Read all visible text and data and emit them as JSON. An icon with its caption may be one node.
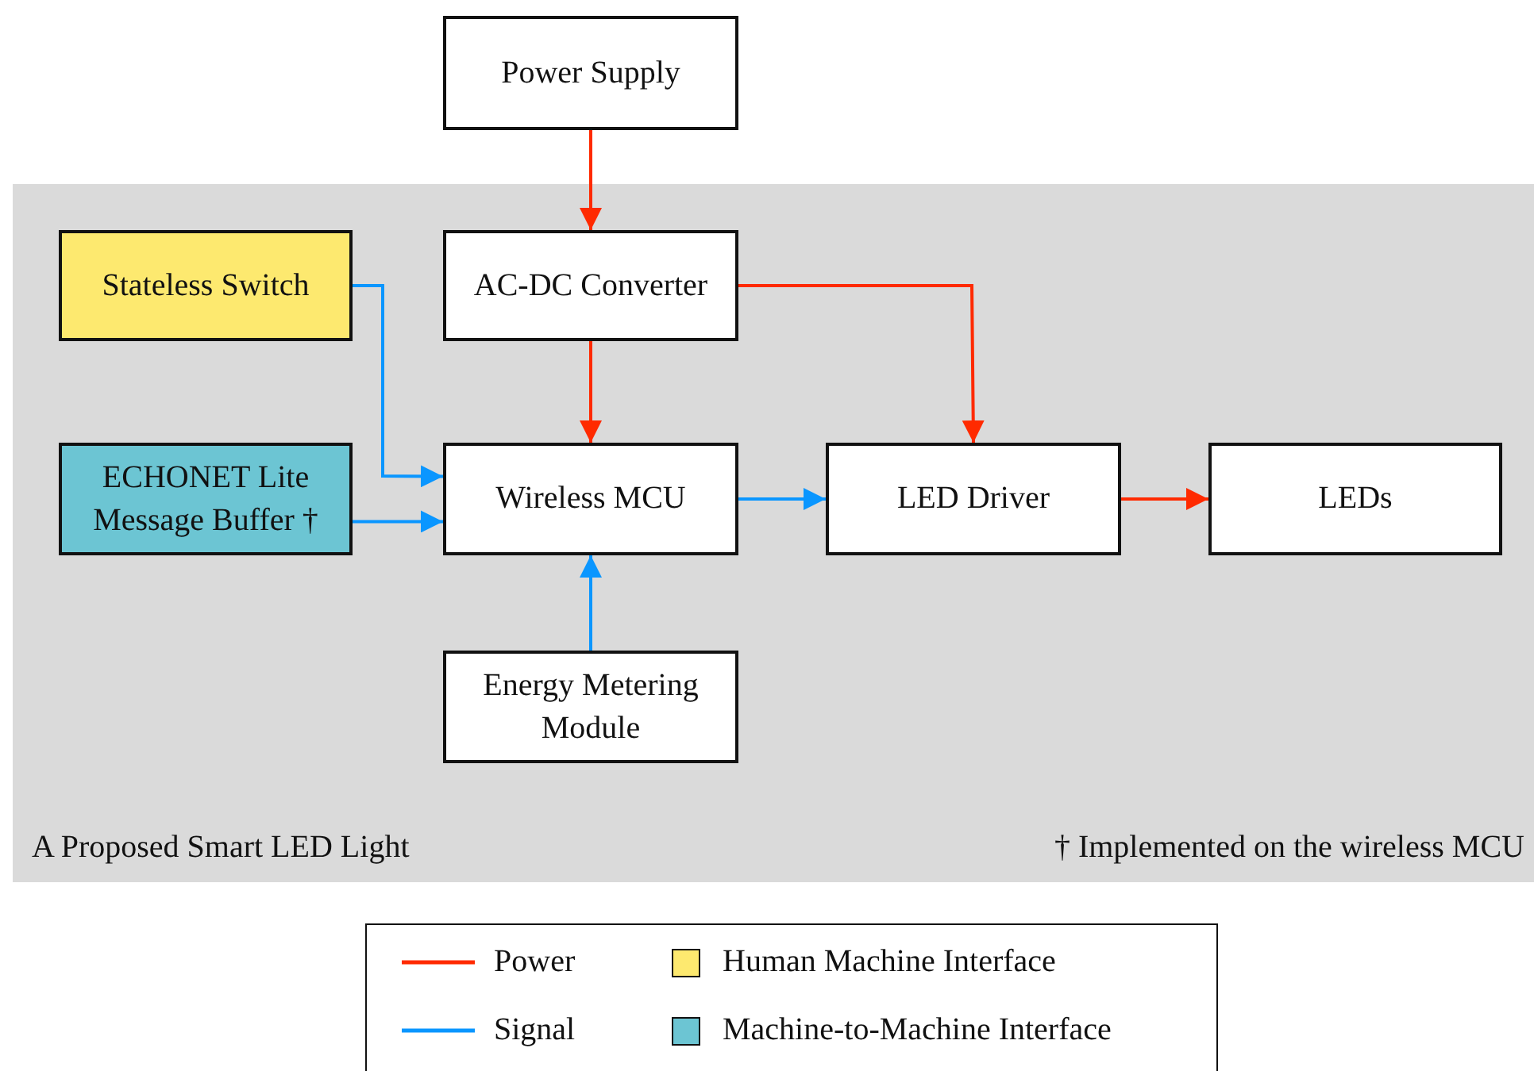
{
  "diagram": {
    "nodes": [
      {
        "text": [
          "Power Supply"
        ]
      },
      {
        "text": [
          "A Proposed Smart LED Light",
          "† Implemented on the wireless MCU"
        ]
      },
      {
        "text": [
          "Stateless Switch"
        ],
        "in": 1
      },
      {
        "text": [
          "AC-DC Converter"
        ],
        "in": 1
      },
      {
        "text": [
          "ECHONET Lite Message Buffer †"
        ],
        "in": 1
      },
      {
        "text": [
          "Wireless MCU"
        ],
        "in": 1
      },
      {
        "text": [
          "LED Driver"
        ],
        "in": 1
      },
      {
        "text": [
          "LEDs"
        ],
        "in": 1
      },
      {
        "text": [
          "Energy Metering Module"
        ],
        "in": 1
      }
    ],
    "edges": [
      {
        "from": 0,
        "to": 3,
        "arrow": "to",
        "color": "#ff2a00"
      },
      {
        "from": 3,
        "to": 5,
        "arrow": "to",
        "color": "#ff2a00"
      },
      {
        "from": 3,
        "to": 6,
        "arrow": "to",
        "color": "#ff2a00"
      },
      {
        "from": 2,
        "to": 5,
        "arrow": "to",
        "color": "#0a96ff"
      },
      {
        "from": 4,
        "to": 5,
        "arrow": "to",
        "color": "#0a96ff"
      },
      {
        "from": 5,
        "to": 6,
        "arrow": "to",
        "color": "#0a96ff"
      },
      {
        "from": 6,
        "to": 7,
        "arrow": "to",
        "color": "#ff2a00"
      },
      {
        "from": 8,
        "to": 5,
        "arrow": "to",
        "color": "#0a96ff"
      }
    ],
    "legend": [
      {
        "text": "Power"
      },
      {
        "text": "Human Machine Interface",
        "color": "#fde96f"
      },
      {
        "text": "Signal"
      },
      {
        "text": "Machine-to-Machine Interface",
        "color": "#6cc5d3"
      }
    ]
  }
}
